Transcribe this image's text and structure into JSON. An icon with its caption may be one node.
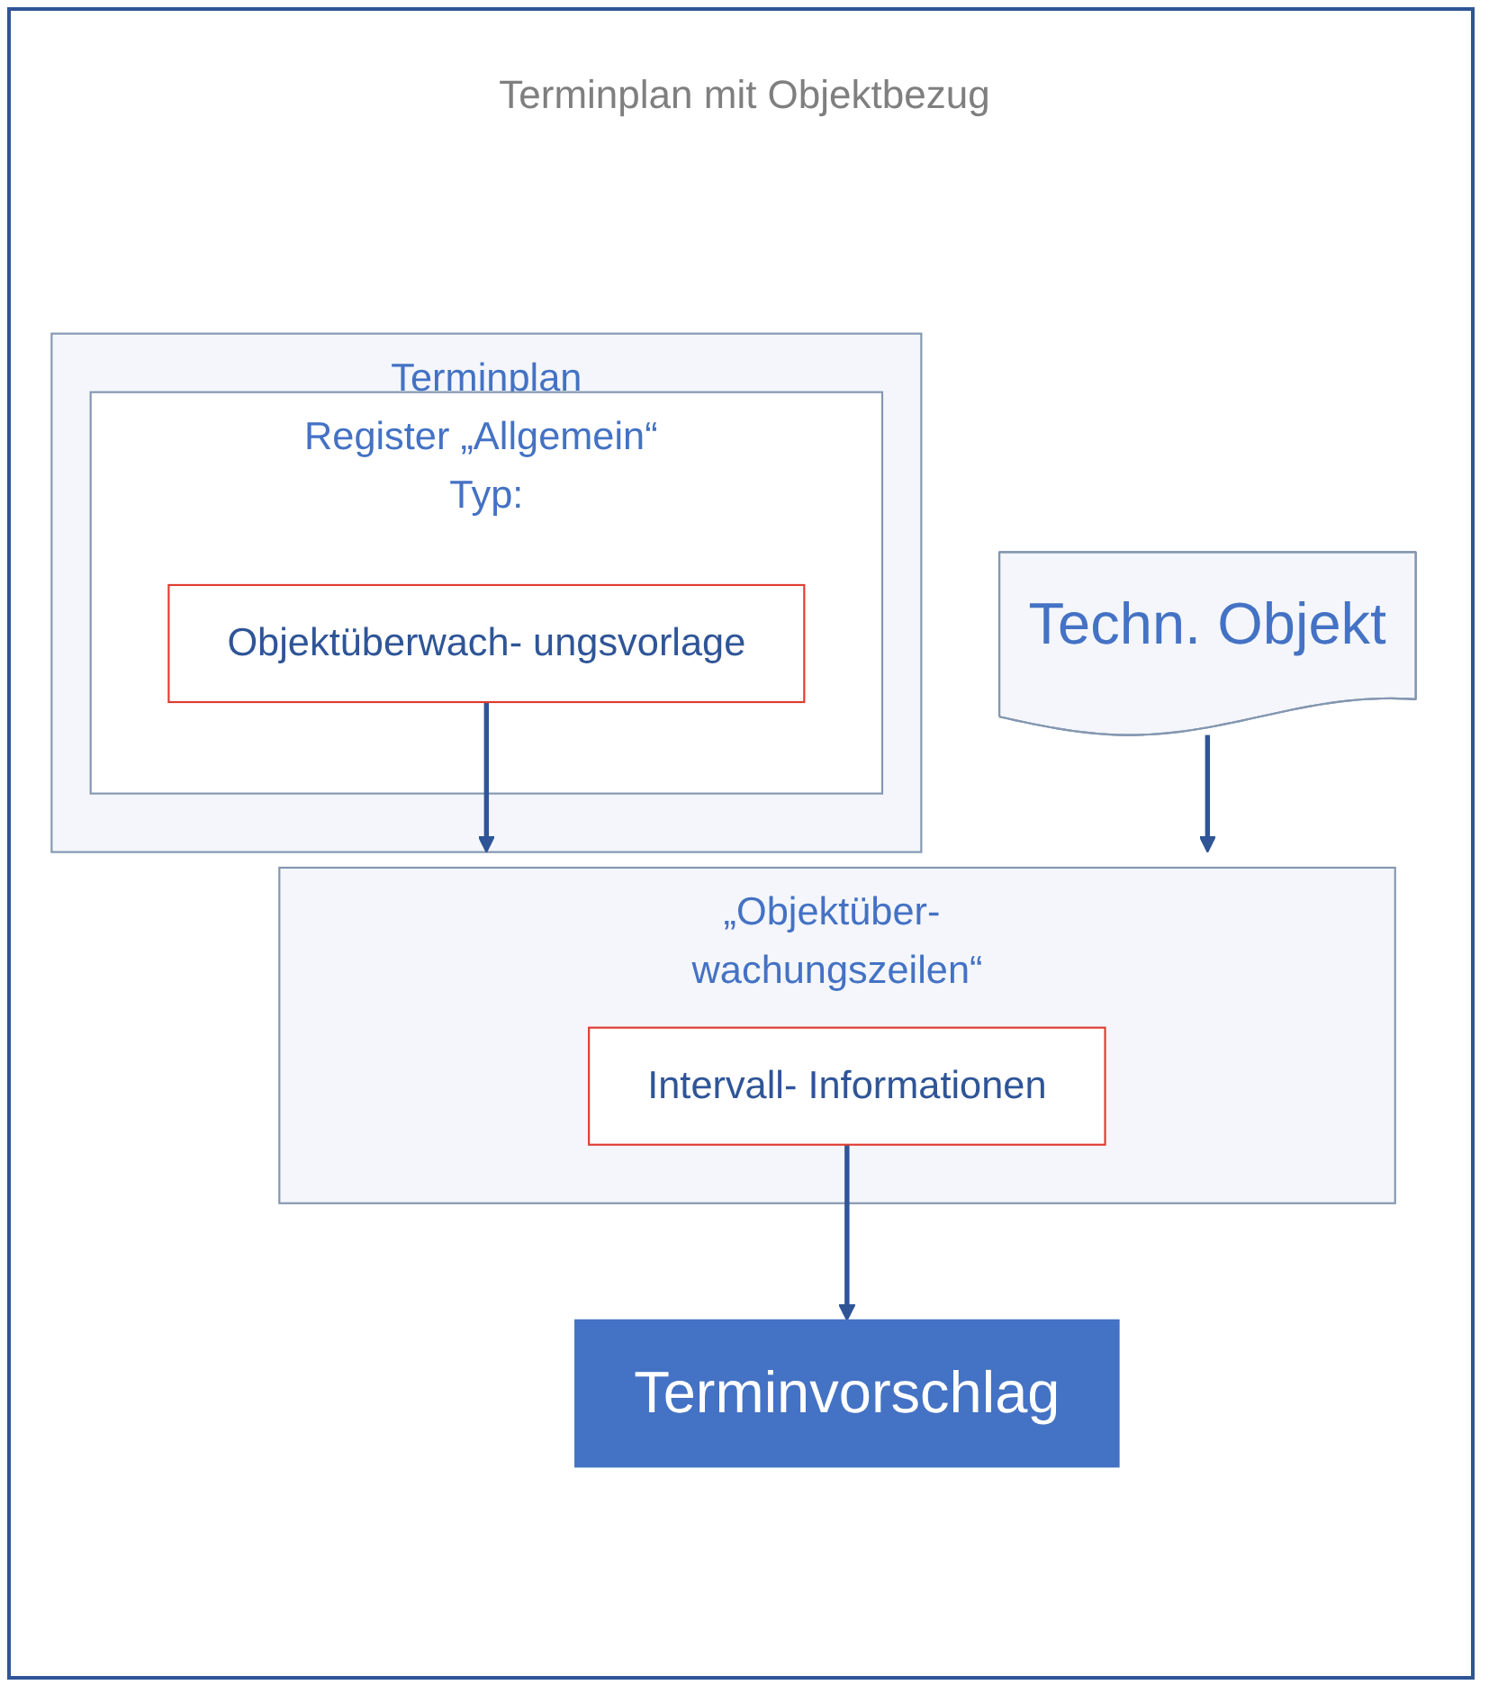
{
  "diagram": {
    "title": "Terminplan mit Objektbezug",
    "nodes": [
      {
        "text": [
          "Terminplan"
        ]
      },
      {
        "text": [
          "Register „Allgemein“ Typ:"
        ],
        "in": 0
      },
      {
        "text": [
          "Objektüberwach- ungsvorlage"
        ],
        "in": 1
      },
      {
        "text": [
          "Techn. Objekt"
        ]
      },
      {
        "text": [
          "„Objektüber- wachungszeilen“"
        ]
      },
      {
        "text": [
          "Intervall- Informationen"
        ],
        "in": 4
      },
      {
        "text": [
          "Terminvorschlag"
        ]
      }
    ],
    "edges": [
      {
        "from": 2,
        "to": 4,
        "arrow": "to"
      },
      {
        "from": 3,
        "to": 4,
        "arrow": "to"
      },
      {
        "from": 5,
        "to": 6,
        "arrow": "to"
      }
    ]
  }
}
